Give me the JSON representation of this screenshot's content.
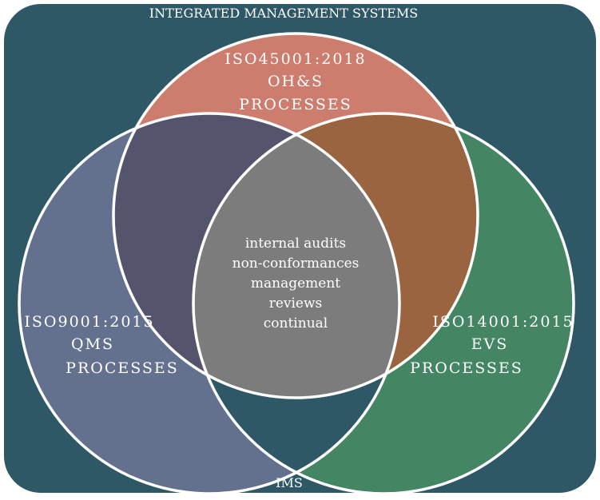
{
  "title": "INTEGRATED MANAGEMENT SYSTEMS",
  "footer": "IMS",
  "top": {
    "line1": "ISO45001:2018",
    "line2": "OH&S",
    "line3": "PROCESSES"
  },
  "left": {
    "line1": "ISO9001:2015",
    "line2": "QMS",
    "line3": "PROCESSES"
  },
  "right": {
    "line1": "ISO14001:2015",
    "line2": "EVS",
    "line3": "PROCESSES"
  },
  "center": [
    "internal audits",
    "non-conformances",
    "management",
    "reviews",
    "continual"
  ],
  "colors": {
    "frame": "#2f5866",
    "top": "#cd7d6e",
    "left": "#63718f",
    "right": "#448663",
    "top_left": "#54546c",
    "top_right": "#9a6441",
    "left_right": "#2f5866",
    "center": "#7c7c7c",
    "outline": "#ffffff"
  }
}
